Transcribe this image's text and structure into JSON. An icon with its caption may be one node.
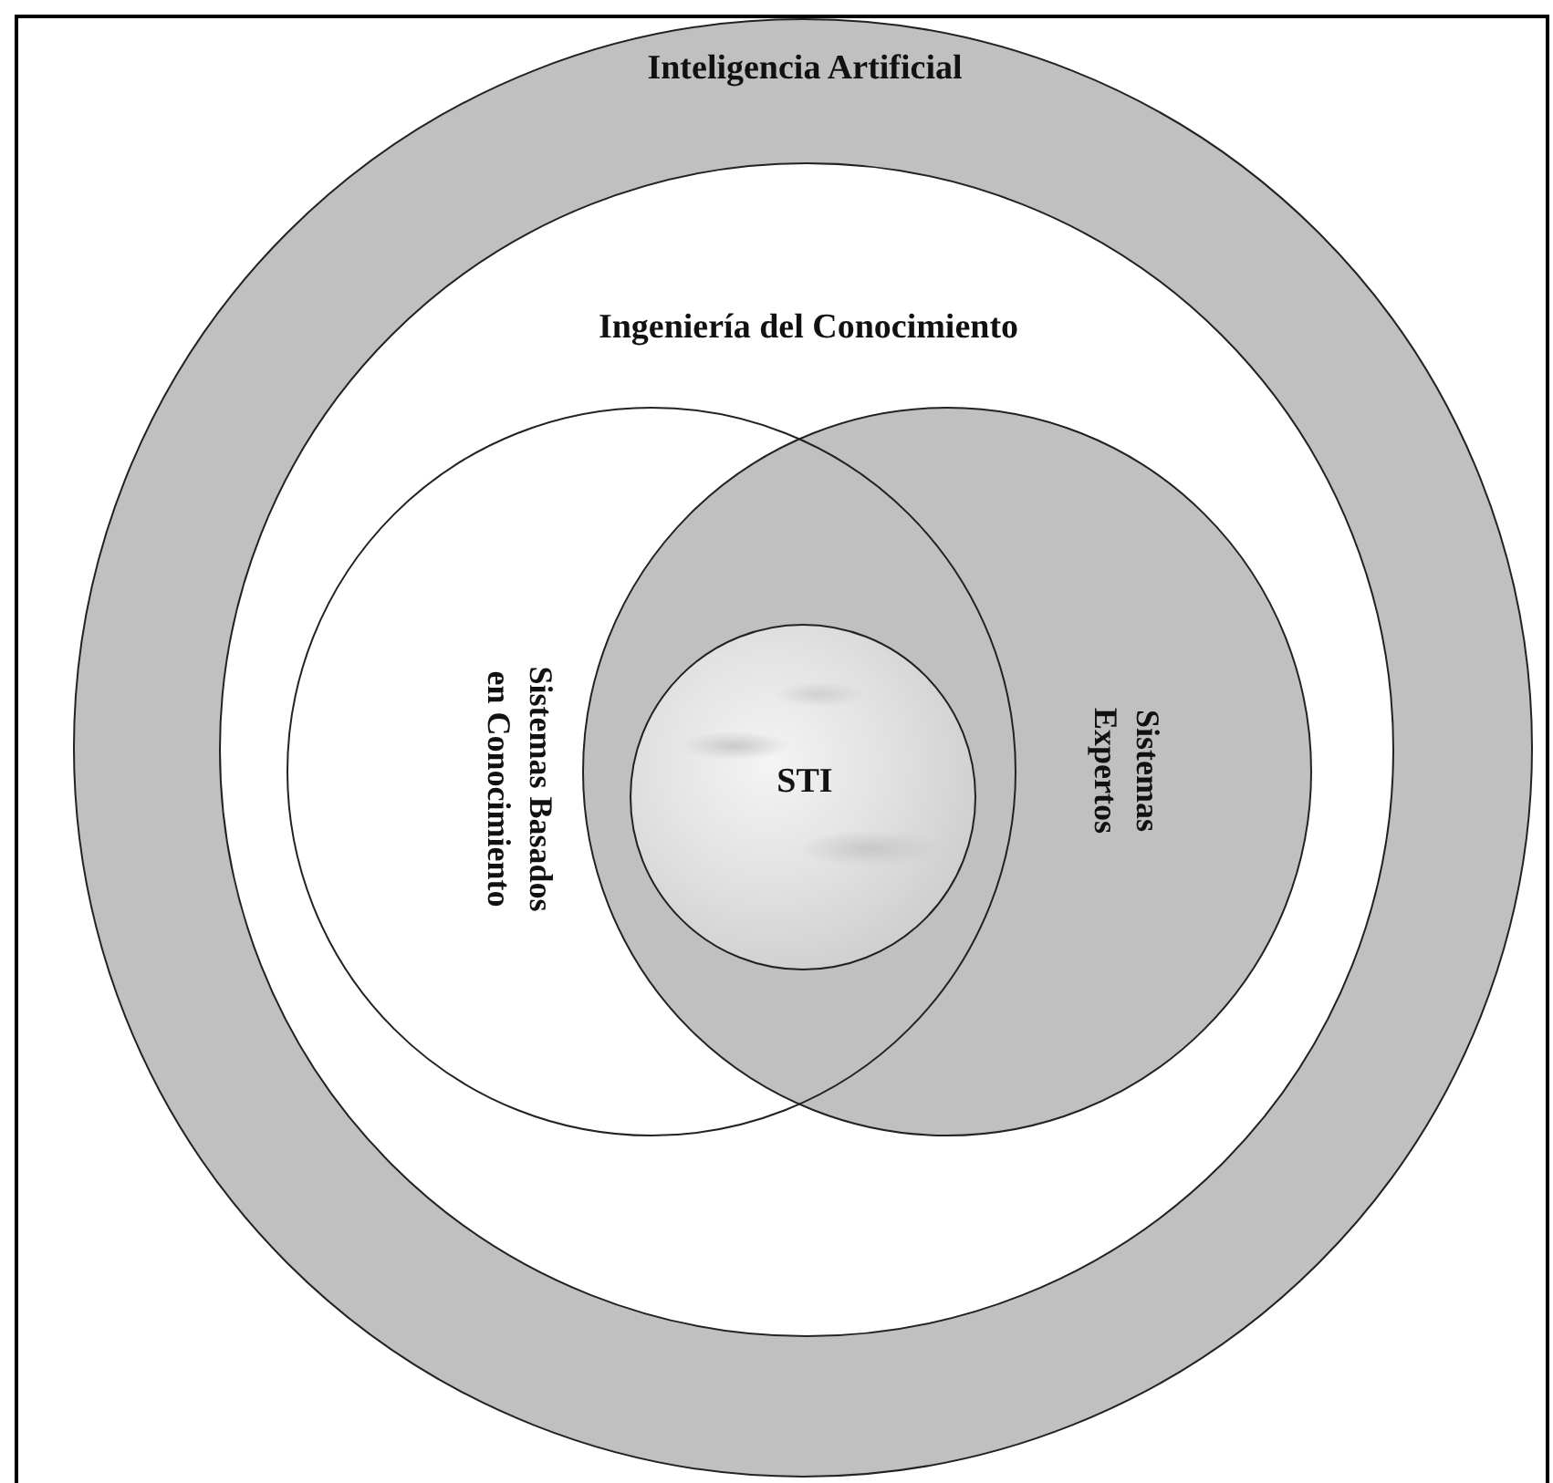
{
  "diagram": {
    "nodes": [
      {
        "text": [
          "Inteligencia Artificial"
        ]
      },
      {
        "text": [
          "Ingeniería del Conocimiento"
        ],
        "in": 0
      },
      {
        "text": [
          "Sistemas Basados en Conocimiento"
        ],
        "in": 1
      },
      {
        "text": [
          "Sistemas Expertos"
        ],
        "in": 1
      },
      {
        "text": [
          "STI"
        ]
      }
    ]
  }
}
